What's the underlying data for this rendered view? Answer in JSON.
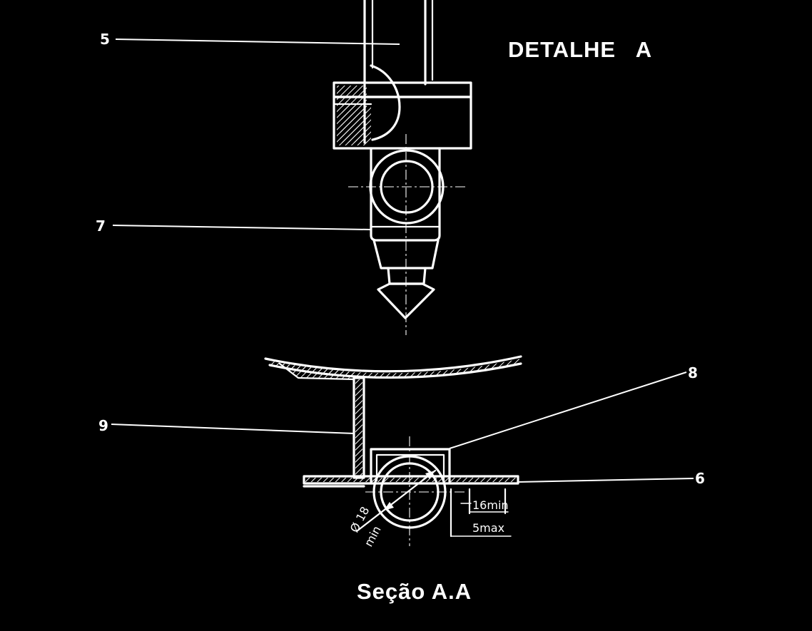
{
  "titles": {
    "detail": "DETALHE   A",
    "section": "Seção A.A"
  },
  "callouts": {
    "c5": "5",
    "c7": "7",
    "c9": "9",
    "c8": "8",
    "c6": "6"
  },
  "dimensions": {
    "diameter_value": "Ø 18",
    "diameter_qualifier": "min",
    "gap_min": "16min",
    "offset_max": "5max"
  },
  "colors": {
    "background": "#000000",
    "ink": "#ffffff"
  }
}
